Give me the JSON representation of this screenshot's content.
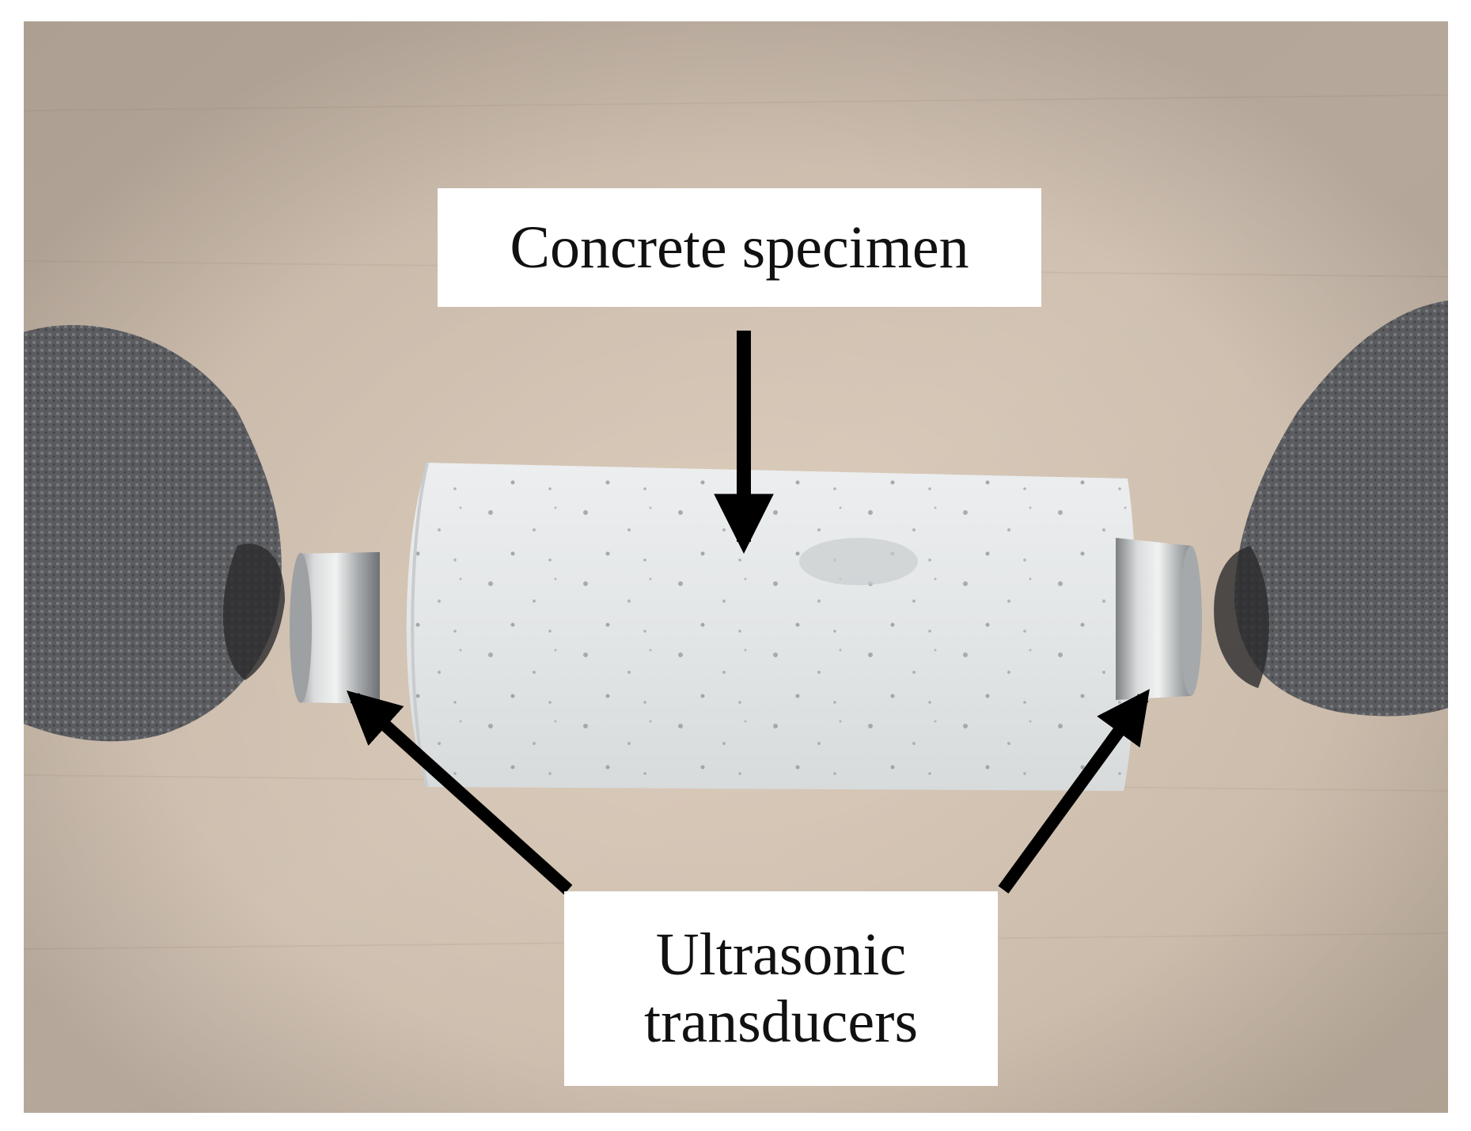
{
  "labels": {
    "specimen": "Concrete specimen",
    "transducers": {
      "line1": "Ultrasonic",
      "line2": "transducers"
    }
  },
  "colors": {
    "wood": "#d9c9b8",
    "concrete": "#e6e9ea",
    "glove": "#5c5d60",
    "steel": "#b9bcbe",
    "arrow": "#000000",
    "label_bg": "#ffffff"
  }
}
